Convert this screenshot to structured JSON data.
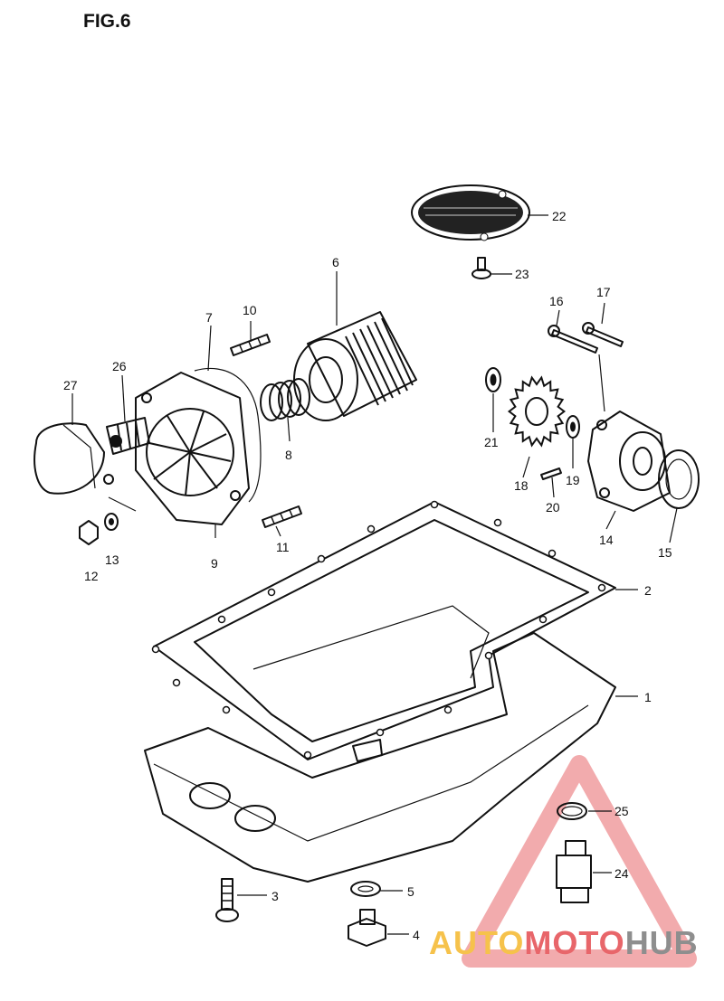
{
  "figure": {
    "title": "FIG.6"
  },
  "callouts": [
    {
      "id": "1",
      "label": "1"
    },
    {
      "id": "2",
      "label": "2"
    },
    {
      "id": "3",
      "label": "3"
    },
    {
      "id": "4",
      "label": "4"
    },
    {
      "id": "5",
      "label": "5"
    },
    {
      "id": "6",
      "label": "6"
    },
    {
      "id": "7",
      "label": "7"
    },
    {
      "id": "8",
      "label": "8"
    },
    {
      "id": "9",
      "label": "9"
    },
    {
      "id": "10",
      "label": "10"
    },
    {
      "id": "11",
      "label": "11"
    },
    {
      "id": "12",
      "label": "12"
    },
    {
      "id": "13",
      "label": "13"
    },
    {
      "id": "14",
      "label": "14"
    },
    {
      "id": "15",
      "label": "15"
    },
    {
      "id": "16",
      "label": "16"
    },
    {
      "id": "17",
      "label": "17"
    },
    {
      "id": "18",
      "label": "18"
    },
    {
      "id": "19",
      "label": "19"
    },
    {
      "id": "20",
      "label": "20"
    },
    {
      "id": "21",
      "label": "21"
    },
    {
      "id": "22",
      "label": "22"
    },
    {
      "id": "23",
      "label": "23"
    },
    {
      "id": "24",
      "label": "24"
    },
    {
      "id": "25",
      "label": "25"
    },
    {
      "id": "26",
      "label": "26"
    },
    {
      "id": "27",
      "label": "27"
    }
  ],
  "watermark": {
    "part1": "AUTO",
    "part2": "MOTO",
    "part3": "HUB",
    "color_auto": "#f6c24b",
    "color_moto": "#e8666a",
    "color_hub": "#8e8e8e",
    "triangle_color": "#e8666a"
  }
}
